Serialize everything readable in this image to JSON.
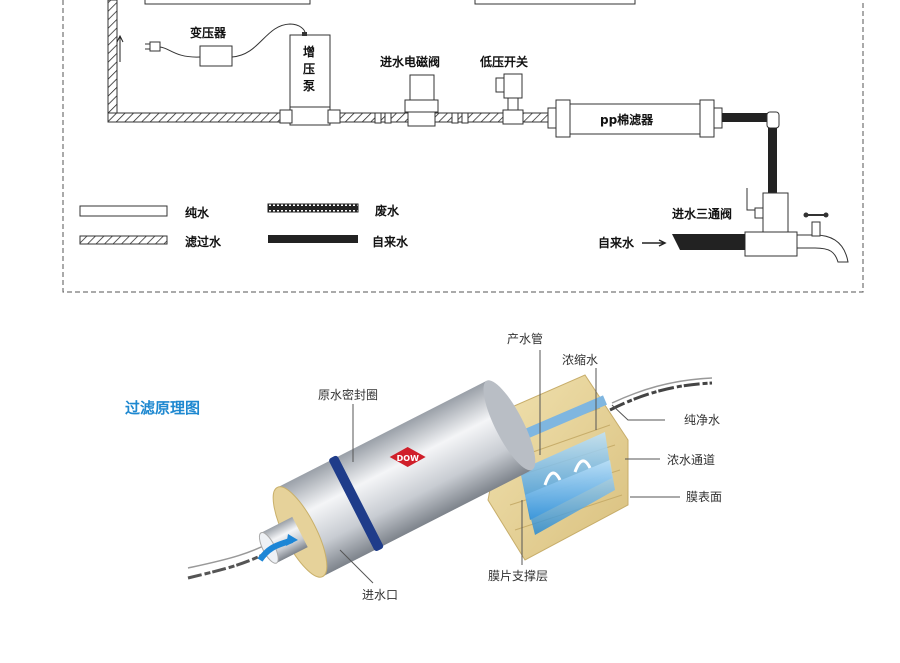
{
  "system_diagram": {
    "components": {
      "transformer": "变压器",
      "booster_pump": [
        "增",
        "压",
        "泵"
      ],
      "inlet_solenoid_valve": "进水电磁阀",
      "low_pressure_switch": "低压开关",
      "pp_filter": "pp棉滤器",
      "inlet_three_way_valve": "进水三通阀",
      "tap_water_inlet": "自来水"
    },
    "legend": [
      {
        "key": "pure",
        "label": "纯水"
      },
      {
        "key": "filtered",
        "label": "滤过水"
      },
      {
        "key": "waste",
        "label": "废水"
      },
      {
        "key": "tap",
        "label": "自来水"
      }
    ]
  },
  "principle_diagram": {
    "title": "过滤原理图",
    "brand_logo": "DOW",
    "labels": {
      "product_tube": "产水管",
      "concentrate": "浓缩水",
      "seal_ring": "原水密封圈",
      "pure_water": "纯净水",
      "concentrate_channel": "浓水通道",
      "membrane_surface": "膜表面",
      "membrane_support": "膜片支撑层",
      "inlet": "进水口"
    }
  },
  "colors": {
    "title_blue": "#1e88d0",
    "seal_blue": "#1f3c8a",
    "membrane_tan": "#e6d29a",
    "logo_red": "#d01f2a"
  }
}
